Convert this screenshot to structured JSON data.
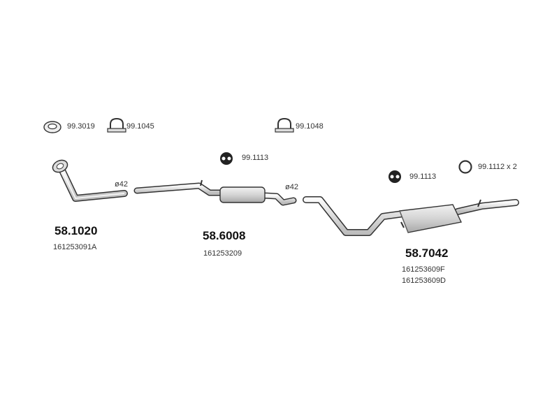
{
  "accessories": [
    {
      "code": "99.3019",
      "icon": "flange-gasket-icon"
    },
    {
      "code": "99.1045",
      "icon": "u-clamp-icon"
    },
    {
      "code": "99.1048",
      "icon": "u-clamp-icon"
    },
    {
      "code": "99.1113",
      "icon": "rubber-mount-icon"
    },
    {
      "code": "99.1113",
      "icon": "rubber-mount-icon"
    },
    {
      "code": "99.1112 x 2",
      "icon": "ring-hanger-icon"
    }
  ],
  "diameters": [
    "ø42",
    "ø42"
  ],
  "parts": [
    {
      "number": "58.1020",
      "oem": [
        "161253091A"
      ]
    },
    {
      "number": "58.6008",
      "oem": [
        "161253209"
      ]
    },
    {
      "number": "58.7042",
      "oem": [
        "161253609F",
        "161253609D"
      ]
    }
  ],
  "colors": {
    "line": "#333333",
    "fill": "#dcdcdc",
    "muffler": "#d0d0d0"
  }
}
